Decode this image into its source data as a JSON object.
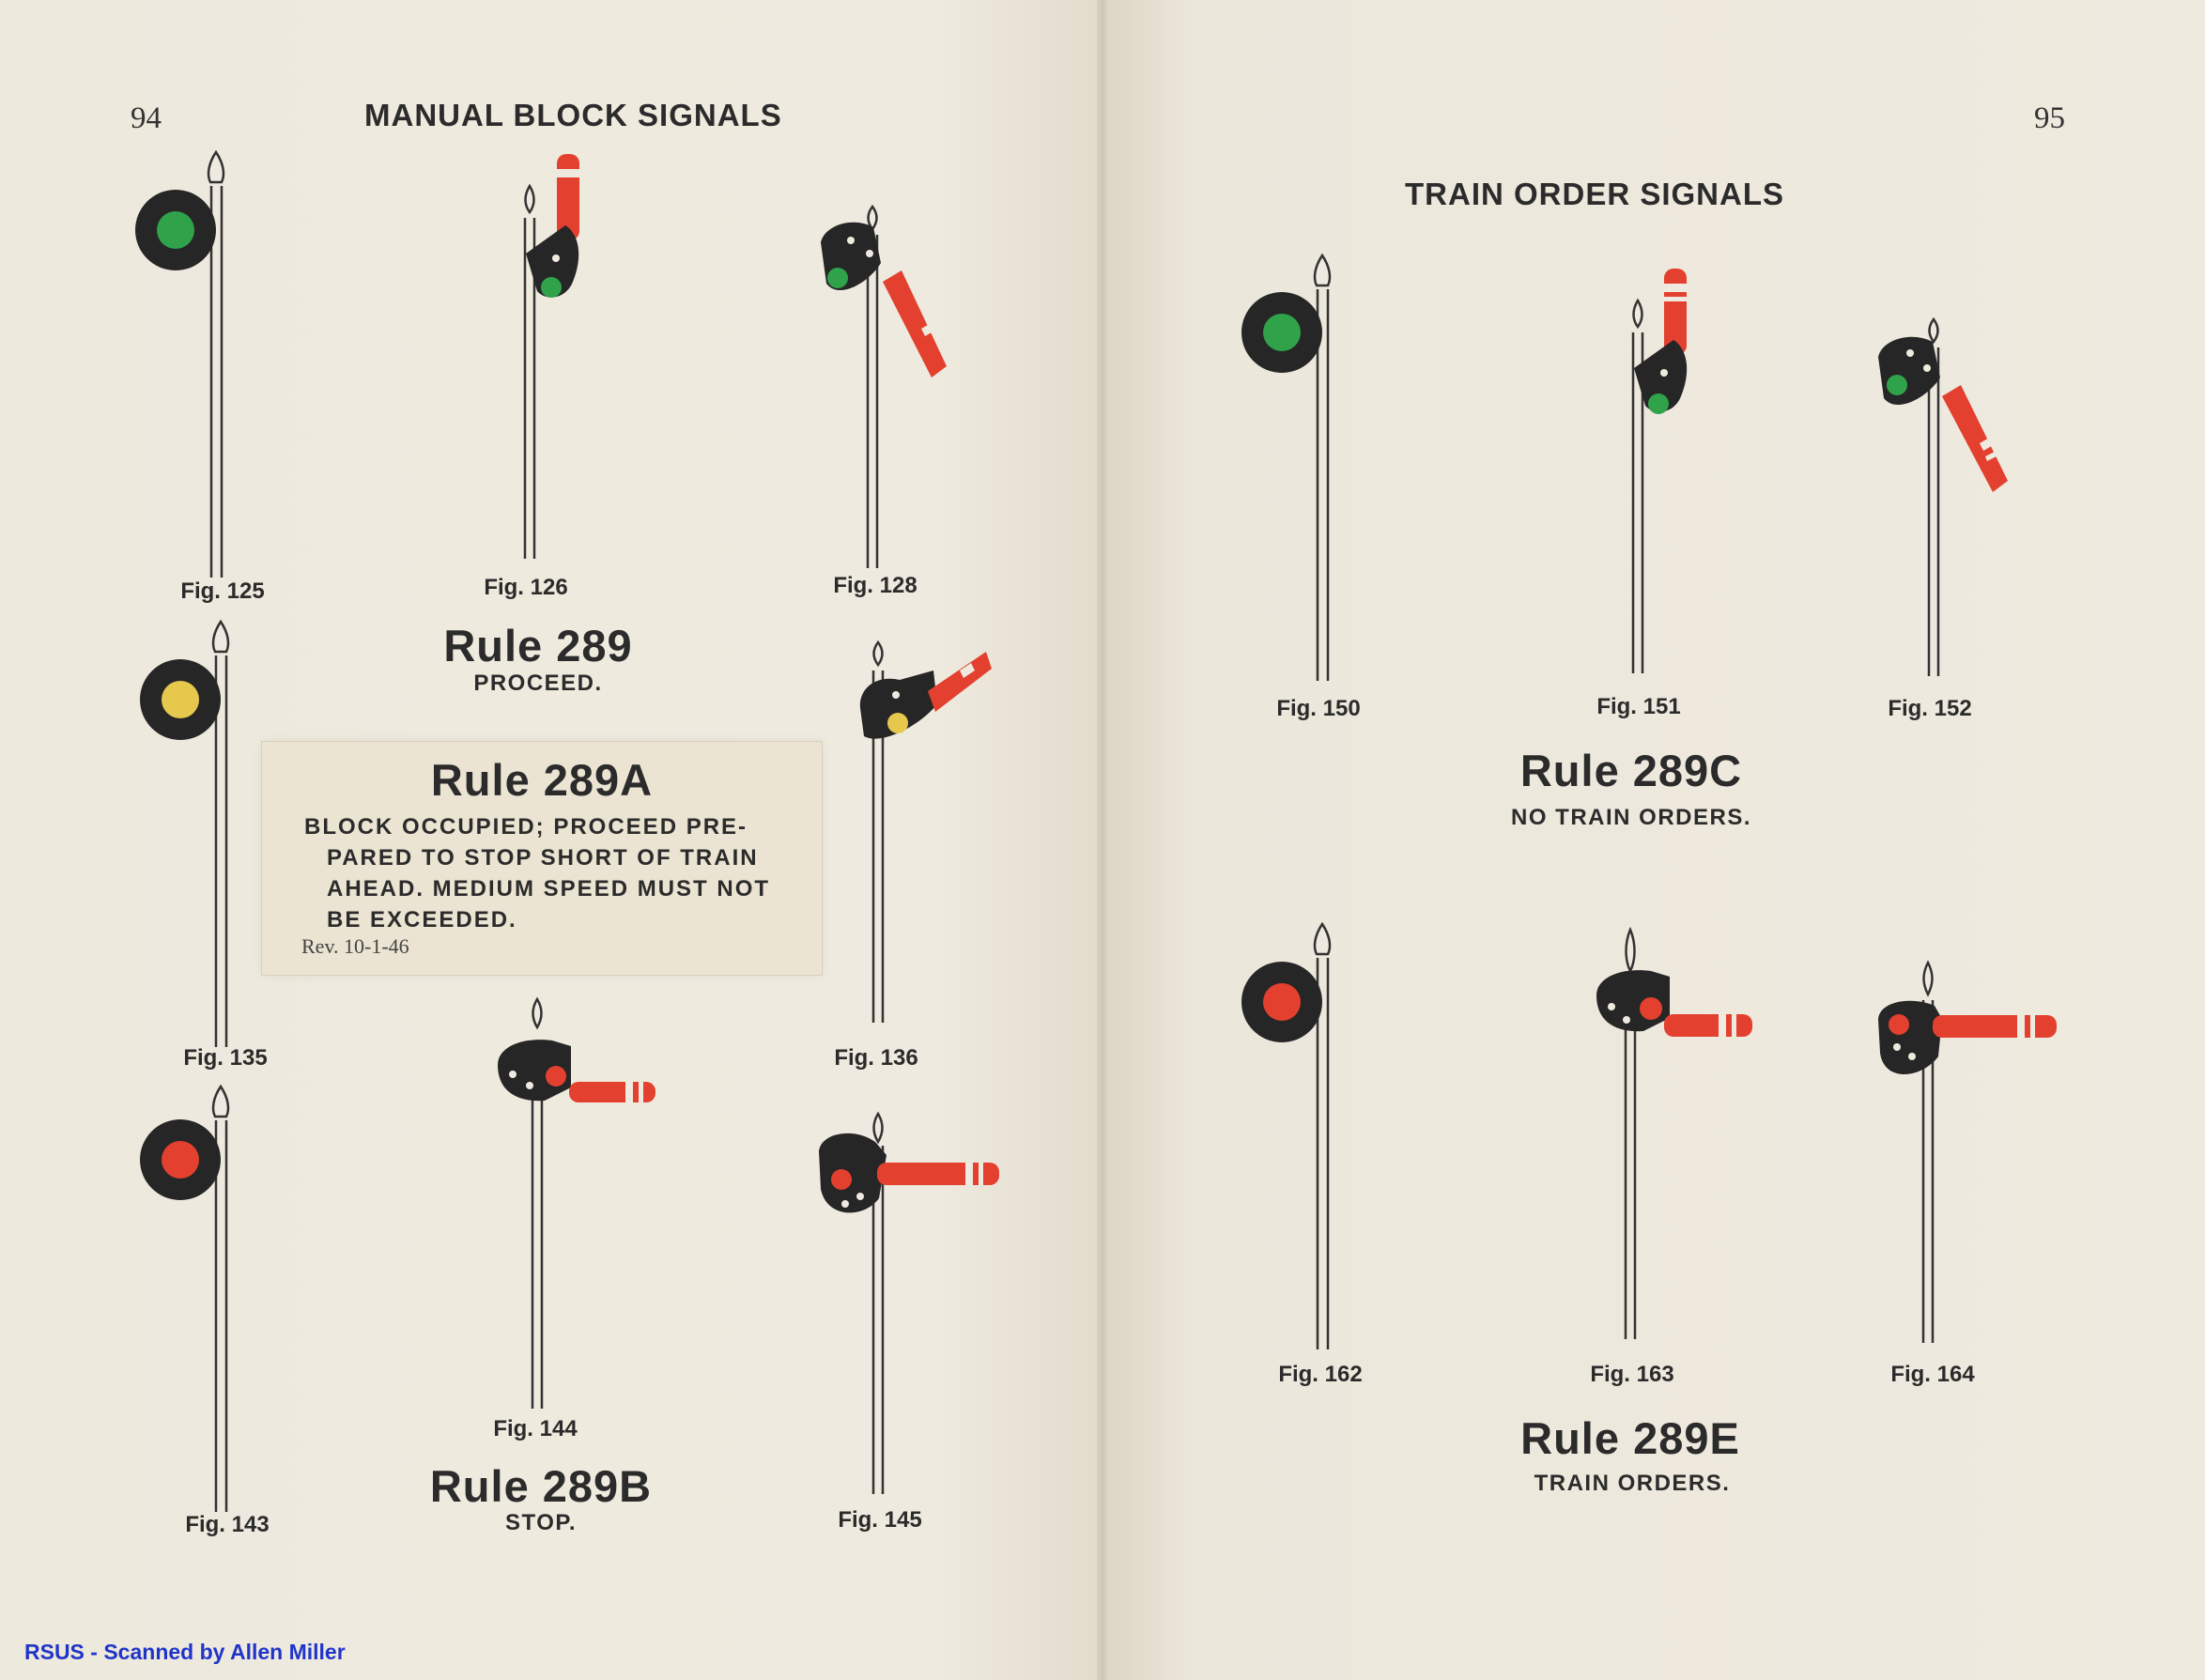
{
  "left_page": {
    "page_number": "94",
    "running_head": "MANUAL BLOCK SIGNALS",
    "figures": [
      "Fig. 125",
      "Fig. 126",
      "Fig. 128",
      "Fig. 135",
      "Fig. 136",
      "Fig. 143",
      "Fig. 144",
      "Fig. 145"
    ],
    "rule_289": {
      "title": "Rule 289",
      "desc": "PROCEED."
    },
    "rule_289a": {
      "title": "Rule 289A",
      "lines": [
        "BLOCK OCCUPIED; PROCEED PRE-",
        "PARED TO STOP SHORT OF TRAIN",
        "AHEAD. MEDIUM SPEED MUST NOT",
        "BE EXCEEDED."
      ],
      "revision": "Rev. 10-1-46"
    },
    "rule_289b": {
      "title": "Rule 289B",
      "desc": "STOP."
    }
  },
  "right_page": {
    "page_number": "95",
    "running_head": "TRAIN ORDER SIGNALS",
    "figures": [
      "Fig. 150",
      "Fig. 151",
      "Fig. 152",
      "Fig. 162",
      "Fig. 163",
      "Fig. 164"
    ],
    "rule_289c": {
      "title": "Rule 289C",
      "desc": "NO TRAIN ORDERS."
    },
    "rule_289e": {
      "title": "Rule 289E",
      "desc": "TRAIN ORDERS."
    }
  },
  "credit": "RSUS - Scanned by Allen Miller",
  "colors": {
    "green": "#2fa24a",
    "yellow": "#e6c84d",
    "red": "#e3402f",
    "disc": "#262626",
    "credit_blue": "#1f35c9"
  }
}
